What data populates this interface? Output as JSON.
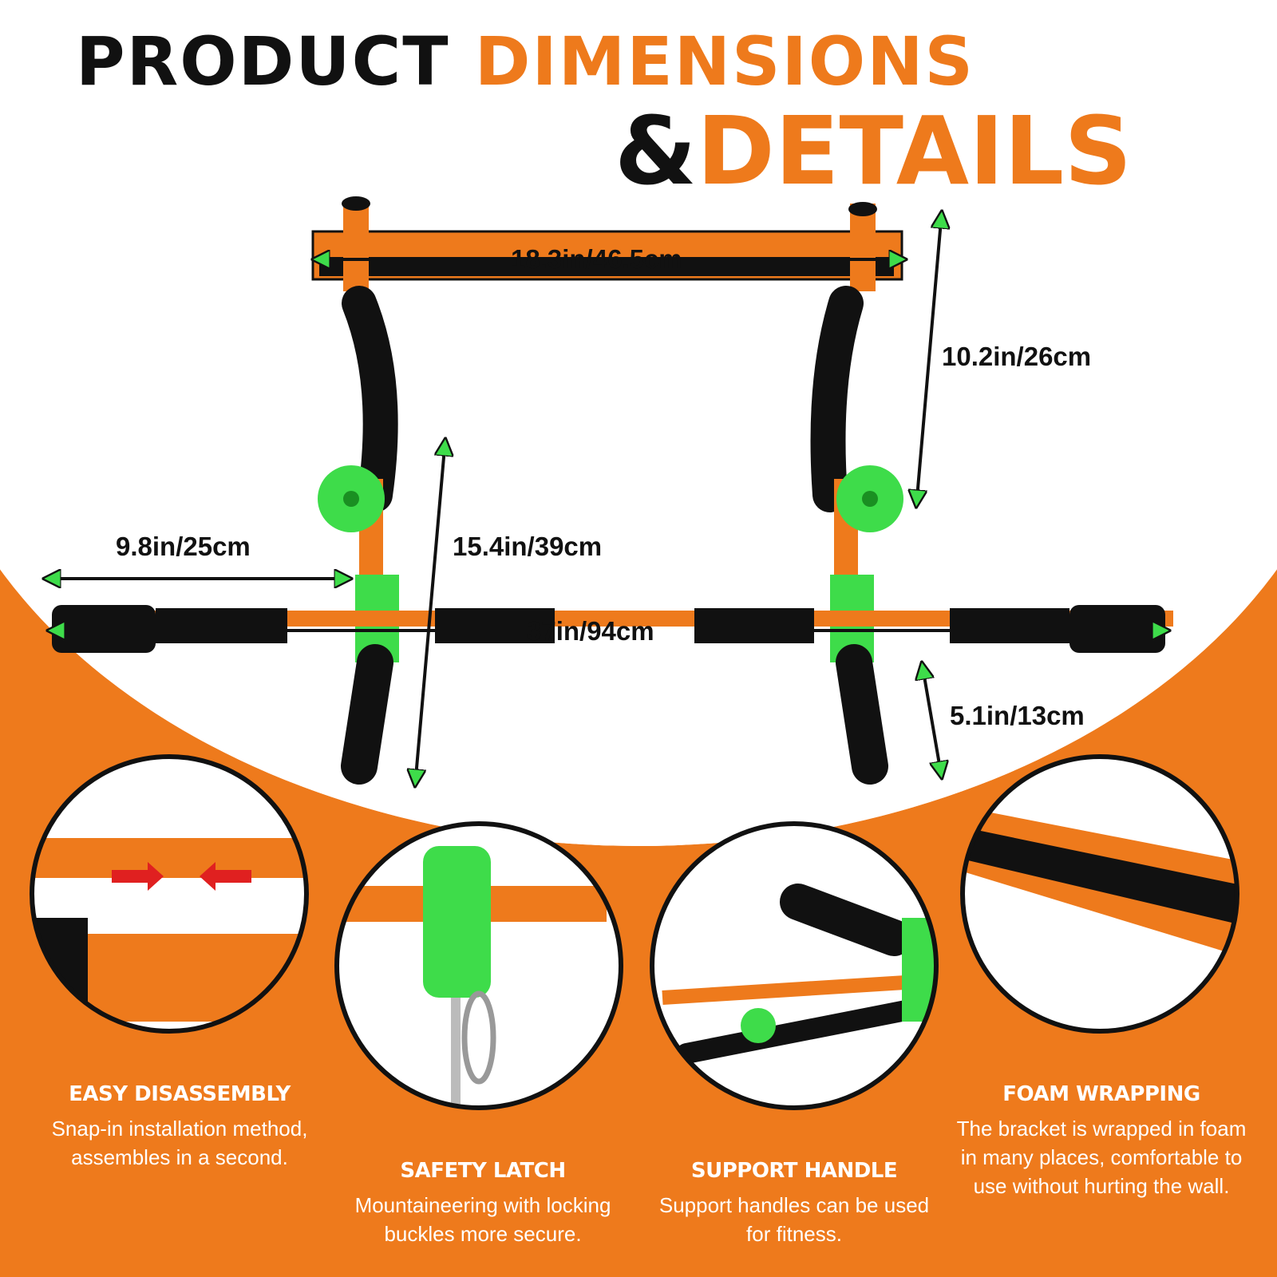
{
  "title": {
    "line1_black": "PRODUCT",
    "line1_orange": "DIMENSIONS",
    "line2_black": "&",
    "line2_orange": "DETAILS"
  },
  "dimensions": {
    "top_width": "18.3in/46.5cm",
    "upper_height": "10.2in/26cm",
    "arm_length": "9.8in/25cm",
    "side_height": "15.4in/39cm",
    "total_width": "37in/94cm",
    "handle_drop": "5.1in/13cm"
  },
  "features": [
    {
      "title": "EASY DISASSEMBLY",
      "text": "Snap-in installation method, assembles in a second."
    },
    {
      "title": "SAFETY LATCH",
      "text": "Mountaineering with locking buckles more secure."
    },
    {
      "title": "SUPPORT HANDLE",
      "text": "Support handles can be used for fitness."
    },
    {
      "title": "FOAM WRAPPING",
      "text": "The bracket is wrapped in foam in many places, comfortable to use without hurting the wall."
    }
  ],
  "colors": {
    "orange": "#EE7A1C",
    "green": "#3EDC4A",
    "black": "#111111"
  }
}
